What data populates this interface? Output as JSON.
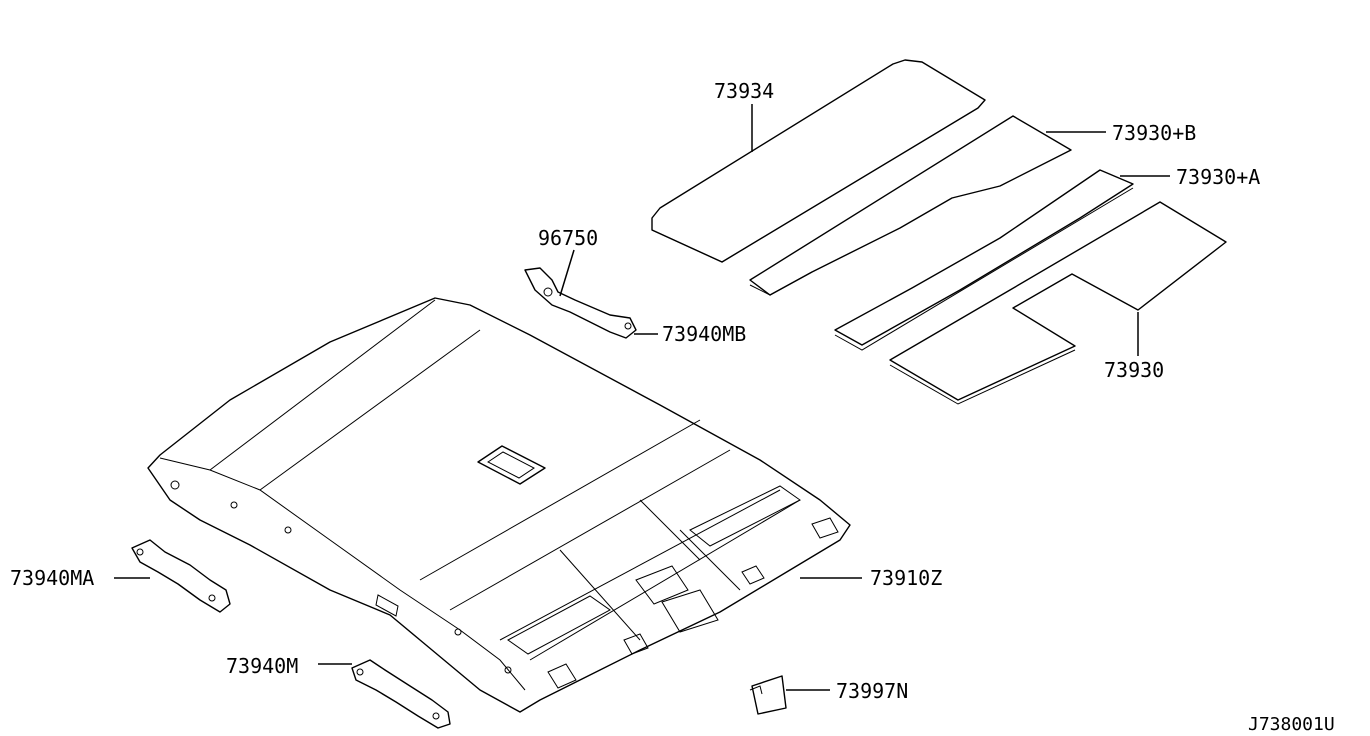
{
  "parts": [
    {
      "id": "headlining",
      "label": "73910Z"
    },
    {
      "id": "pad-front",
      "label": "73934"
    },
    {
      "id": "pad-mid-b",
      "label": "73930+B"
    },
    {
      "id": "pad-mid-a",
      "label": "73930+A"
    },
    {
      "id": "pad-rear",
      "label": "73930"
    },
    {
      "id": "clip",
      "label": "96750"
    },
    {
      "id": "assist-grip-mb",
      "label": "73940MB"
    },
    {
      "id": "assist-grip-ma",
      "label": "73940MA"
    },
    {
      "id": "assist-grip-m",
      "label": "73940M"
    },
    {
      "id": "cover",
      "label": "73997N"
    }
  ],
  "diagram_code": "J738001U"
}
